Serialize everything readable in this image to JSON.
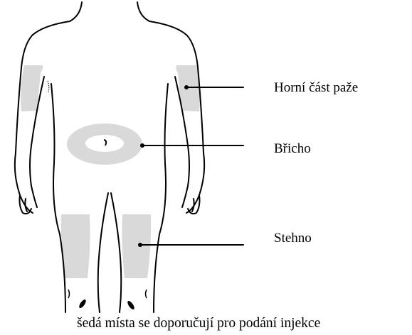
{
  "diagram": {
    "labels": {
      "upper_arm": "Horní část paže",
      "abdomen": "Břicho",
      "thigh": "Stehno"
    },
    "caption": "šedá místa se doporučují pro podání injekce",
    "colors": {
      "outline": "#000000",
      "injection_site": "#d9d9d9",
      "background": "#ffffff"
    }
  }
}
